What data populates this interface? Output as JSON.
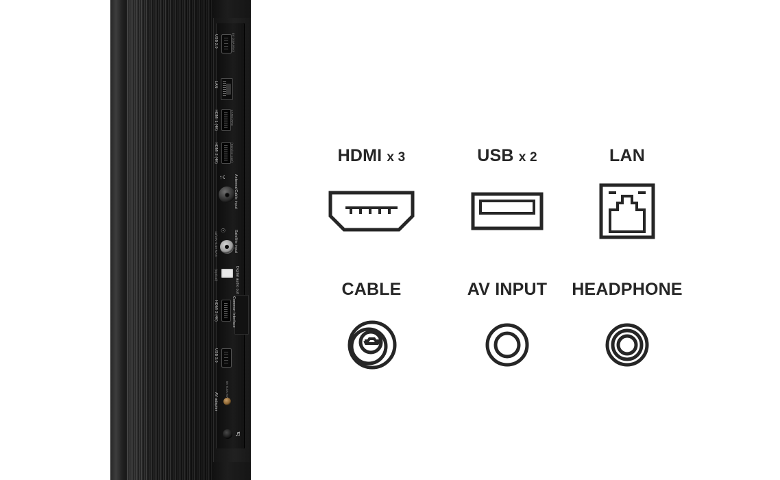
{
  "page": {
    "background": "#ffffff",
    "ink": "#262626"
  },
  "product_photo": {
    "name": "tv-rear-panel-photo",
    "description": "Rear left side of a flat-screen TV showing the connector bay and ribbed back panel",
    "ports": [
      {
        "id": "usb-2",
        "label": "USB 2.0",
        "note": "5V 0.5A MAX",
        "type": "usb"
      },
      {
        "id": "lan",
        "label": "LAN",
        "note": "",
        "type": "lan"
      },
      {
        "id": "hdmi-1",
        "label": "HDMI 1 (4K)",
        "note": "eARC/ARC",
        "type": "hdmi"
      },
      {
        "id": "hdmi-2",
        "label": "HDMI 2 (4K)",
        "note": "(Service port)",
        "type": "hdmi"
      },
      {
        "id": "antenna",
        "label": "Antenna/Cable input",
        "note": "",
        "type": "coax"
      },
      {
        "id": "satellite",
        "label": "Satellite input",
        "note": "13/18V 0.4A MAX",
        "type": "satellite"
      },
      {
        "id": "digital-audio-out",
        "label": "Digital audio out",
        "note": "(Optical)",
        "type": "optical"
      },
      {
        "id": "common-interface",
        "label": "Common Interface",
        "note": "",
        "type": "ci-slot"
      },
      {
        "id": "hdmi-3",
        "label": "HDMI 3 (4K)",
        "note": "",
        "type": "hdmi"
      },
      {
        "id": "usb-3",
        "label": "USB 3.0",
        "note": "5V 0.5A MAX",
        "type": "usb"
      },
      {
        "id": "av-adapter",
        "label": "AV adapter",
        "note": "",
        "type": "av"
      },
      {
        "id": "headphone",
        "label": "",
        "note": "",
        "type": "headphone"
      }
    ]
  },
  "specs": {
    "rows": [
      {
        "cells": [
          {
            "name": "hdmi",
            "label": "HDMI",
            "multiplier": "x 3",
            "icon": "hdmi-port-icon"
          },
          {
            "name": "usb",
            "label": "USB",
            "multiplier": "x 2",
            "icon": "usb-port-icon"
          },
          {
            "name": "lan",
            "label": "LAN",
            "multiplier": "",
            "icon": "lan-port-icon"
          }
        ]
      },
      {
        "cells": [
          {
            "name": "cable",
            "label": "CABLE",
            "multiplier": "",
            "icon": "coaxial-jack-icon"
          },
          {
            "name": "av-input",
            "label": "AV INPUT",
            "multiplier": "",
            "icon": "av-jack-icon"
          },
          {
            "name": "headphone",
            "label": "HEADPHONE",
            "multiplier": "",
            "icon": "headphone-jack-icon"
          }
        ]
      }
    ]
  }
}
